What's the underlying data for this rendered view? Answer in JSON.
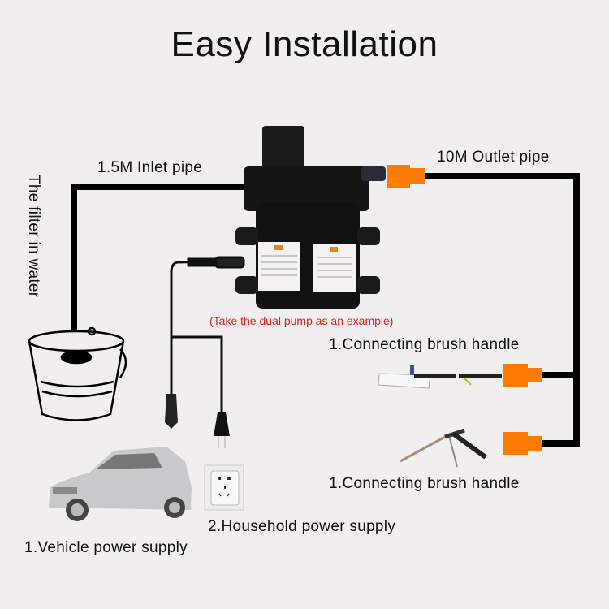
{
  "title": "Easy Installation",
  "labels": {
    "inlet_pipe": "1.5M Inlet pipe",
    "outlet_pipe": "10M Outlet pipe",
    "filter": "The filter in water",
    "pump_note": "(Take the dual pump as an example)",
    "brush_handle_1": "1.Connecting brush handle",
    "brush_handle_2": "1.Connecting brush handle",
    "household_power": "2.Household power supply",
    "vehicle_power": "1.Vehicle power supply"
  },
  "colors": {
    "background": "#f0eeef",
    "pipe": "#000000",
    "connector": "#ff7a00",
    "note": "#e0201e"
  }
}
